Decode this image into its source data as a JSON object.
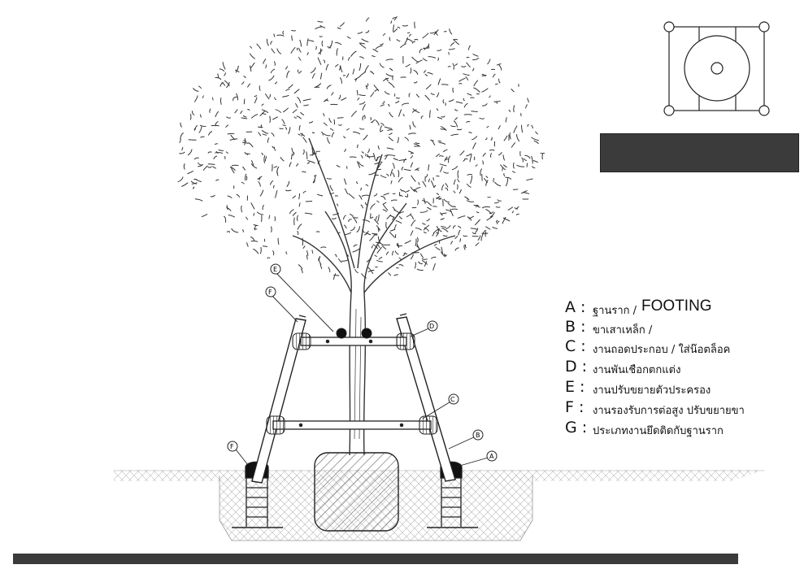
{
  "legend": [
    {
      "key": "A :",
      "text": "ฐานราก /",
      "extra": "FOOTING"
    },
    {
      "key": "B :",
      "text": "ขาเสาเหล็ก /",
      "extra": ""
    },
    {
      "key": "C :",
      "text": "งานถอดประกอบ / ใส่น๊อตล็อค",
      "extra": ""
    },
    {
      "key": "D :",
      "text": "งานพันเชือกตกแต่ง",
      "extra": ""
    },
    {
      "key": "E :",
      "text": "งานปรับขยายตัวประครอง",
      "extra": ""
    },
    {
      "key": "F :",
      "text": "งานรองรับการต่อสูง ปรับขยายขา",
      "extra": ""
    },
    {
      "key": "G :",
      "text": "ประเภทงานยึดติดกับฐานราก",
      "extra": ""
    }
  ],
  "callouts": {
    "A": "A",
    "B": "B",
    "C": "C",
    "D": "D",
    "E": "E",
    "F": "F",
    "G": "F"
  },
  "colors": {
    "line": "#222222",
    "dark_block": "#3b3b3b"
  }
}
